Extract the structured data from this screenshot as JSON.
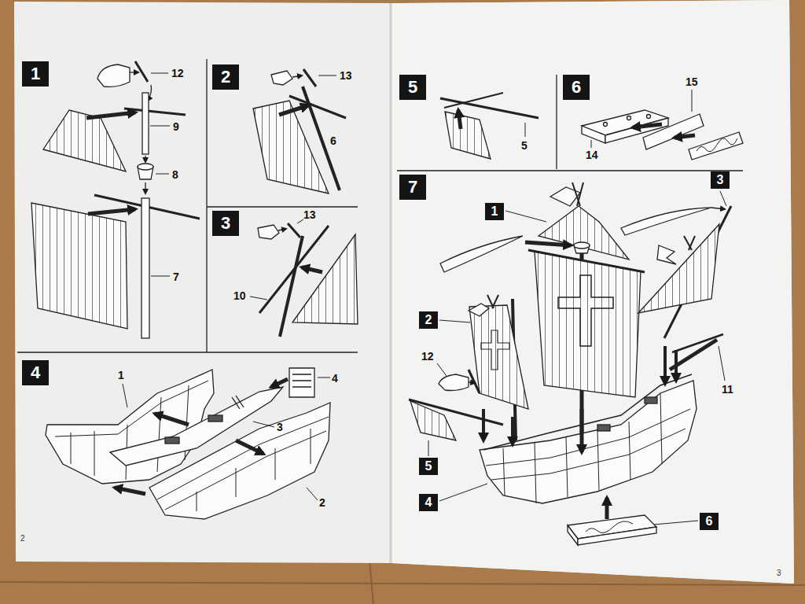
{
  "diagram": {
    "nodes": [
      {
        "text": [
          "1"
        ]
      },
      {
        "text": [
          "2"
        ]
      },
      {
        "text": [
          "3"
        ]
      },
      {
        "text": [
          "4"
        ]
      },
      {
        "text": [
          "5"
        ]
      },
      {
        "text": [
          "6"
        ]
      },
      {
        "text": [
          "7"
        ]
      },
      {
        "text": [
          "3"
        ]
      },
      {
        "text": [
          "1"
        ]
      },
      {
        "text": [
          "2"
        ]
      },
      {
        "text": [
          "5"
        ]
      },
      {
        "text": [
          "4"
        ]
      },
      {
        "text": [
          "6"
        ]
      }
    ],
    "labels": [
      "12",
      "9",
      "8",
      "7",
      "13",
      "6",
      "13",
      "10",
      "1",
      "3",
      "4",
      "2",
      "5",
      "15",
      "14",
      "12",
      "11",
      "2",
      "3"
    ]
  }
}
